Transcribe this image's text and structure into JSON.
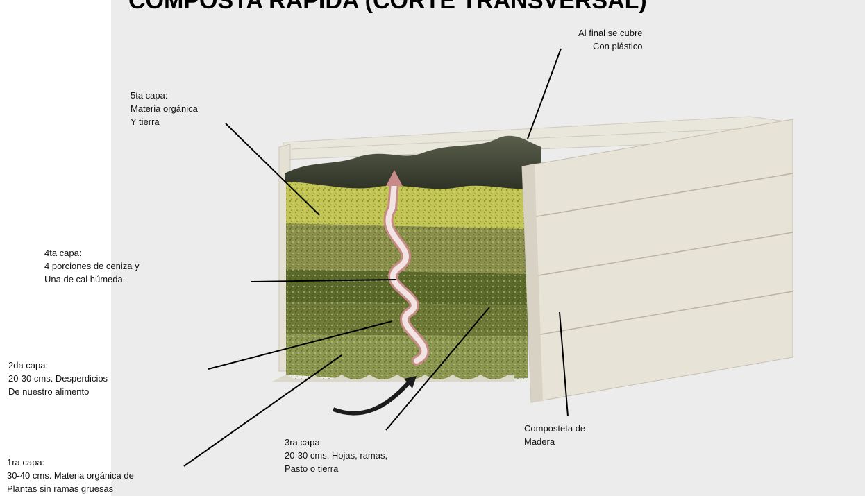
{
  "title": "COMPOSTA RÁPIDA (CORTE TRANSVERSAL)",
  "labels": {
    "cover": [
      "Al final se cubre",
      "Con plástico"
    ],
    "layer5": [
      "5ta capa:",
      "Materia orgánica",
      "Y tierra"
    ],
    "layer4": [
      "4ta capa:",
      "4 porciones de ceniza y",
      "Una de cal húmeda."
    ],
    "layer2": [
      "2da capa:",
      "20-30 cms. Desperdicios",
      "De nuestro alimento"
    ],
    "layer1": [
      "1ra capa:",
      "30-40 cms. Materia orgánica de",
      "Plantas sin ramas gruesas"
    ],
    "layer3": [
      "3ra capa:",
      "20-30 cms. Hojas, ramas,",
      "Pasto o tierra"
    ],
    "bin": [
      "Composteta de",
      "Madera"
    ]
  },
  "colors": {
    "background_panel": "#ececec",
    "wood": "#e6e2d6",
    "plastic": "#3f4434",
    "green_layer": "#b8bf4a",
    "dark_layer": "#4e5a2a",
    "arrow": "#e8b8b8"
  }
}
